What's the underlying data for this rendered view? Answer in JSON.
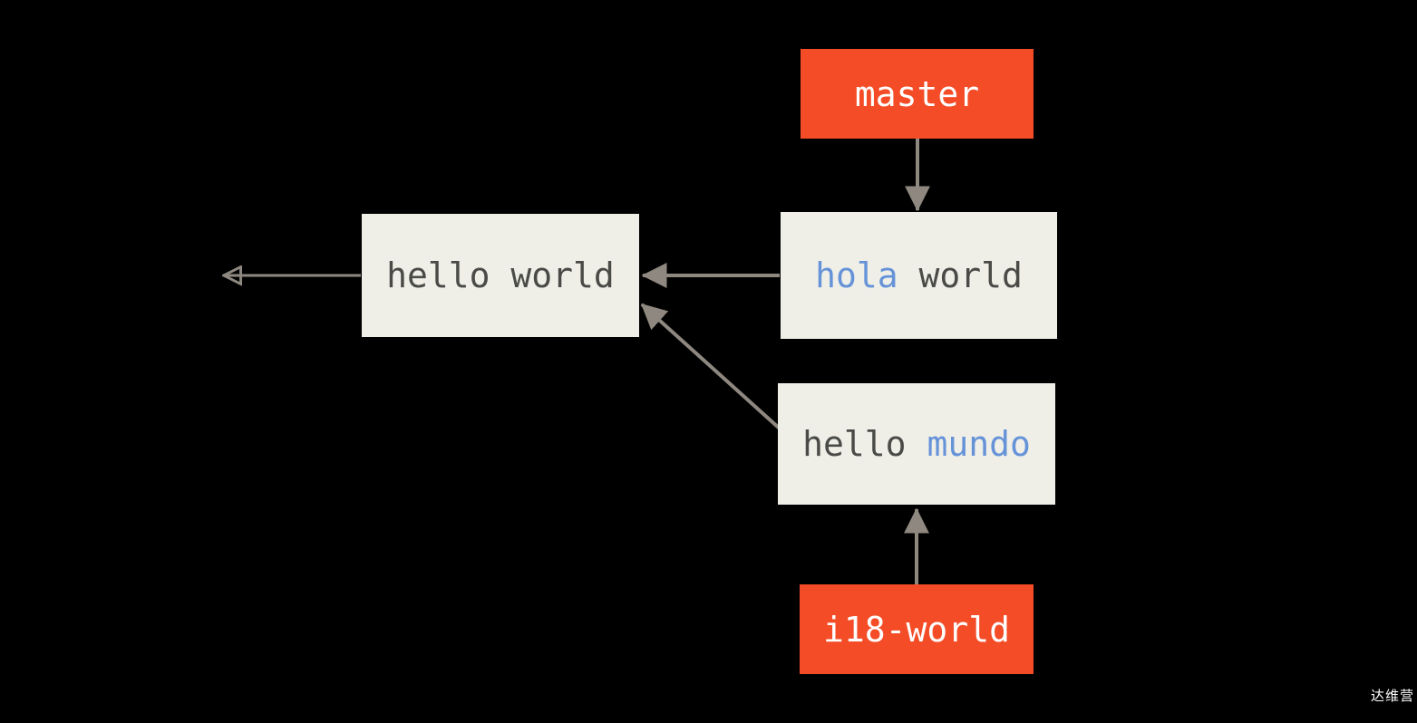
{
  "diagram": {
    "type": "git-branch-graph",
    "background_color": "#000000",
    "commit_fill": "#EFEFE8",
    "commit_text_color": "#4A4A47",
    "branch_fill": "#F44C26",
    "branch_text_color": "#FFFFFF",
    "edge_color": "#8E8880",
    "highlight_color": "#6693D8"
  },
  "nodes": {
    "master": {
      "label": "master",
      "kind": "branch-label"
    },
    "hello_world": {
      "label": "hello world",
      "kind": "commit",
      "plain": "hello world"
    },
    "hola_world": {
      "kind": "commit",
      "label": "hola world",
      "part_highlighted": "hola",
      "part_plain": " world"
    },
    "hello_mundo": {
      "kind": "commit",
      "label": "hello mundo",
      "part_plain": "hello ",
      "part_highlighted": "mundo"
    },
    "i18_world": {
      "label": "i18-world",
      "kind": "branch-label"
    }
  },
  "edges": [
    {
      "from": "master",
      "to": "hola_world",
      "arrow": "filled",
      "direction": "down"
    },
    {
      "from": "hola_world",
      "to": "hello_world",
      "arrow": "filled",
      "direction": "left"
    },
    {
      "from": "hello_mundo",
      "to": "hello_world",
      "arrow": "filled",
      "direction": "up-left"
    },
    {
      "from": "i18_world",
      "to": "hello_mundo",
      "arrow": "filled",
      "direction": "up"
    },
    {
      "from": "hello_world",
      "to": "history",
      "arrow": "hollow",
      "direction": "left"
    }
  ],
  "watermark": {
    "text": "达维营"
  }
}
